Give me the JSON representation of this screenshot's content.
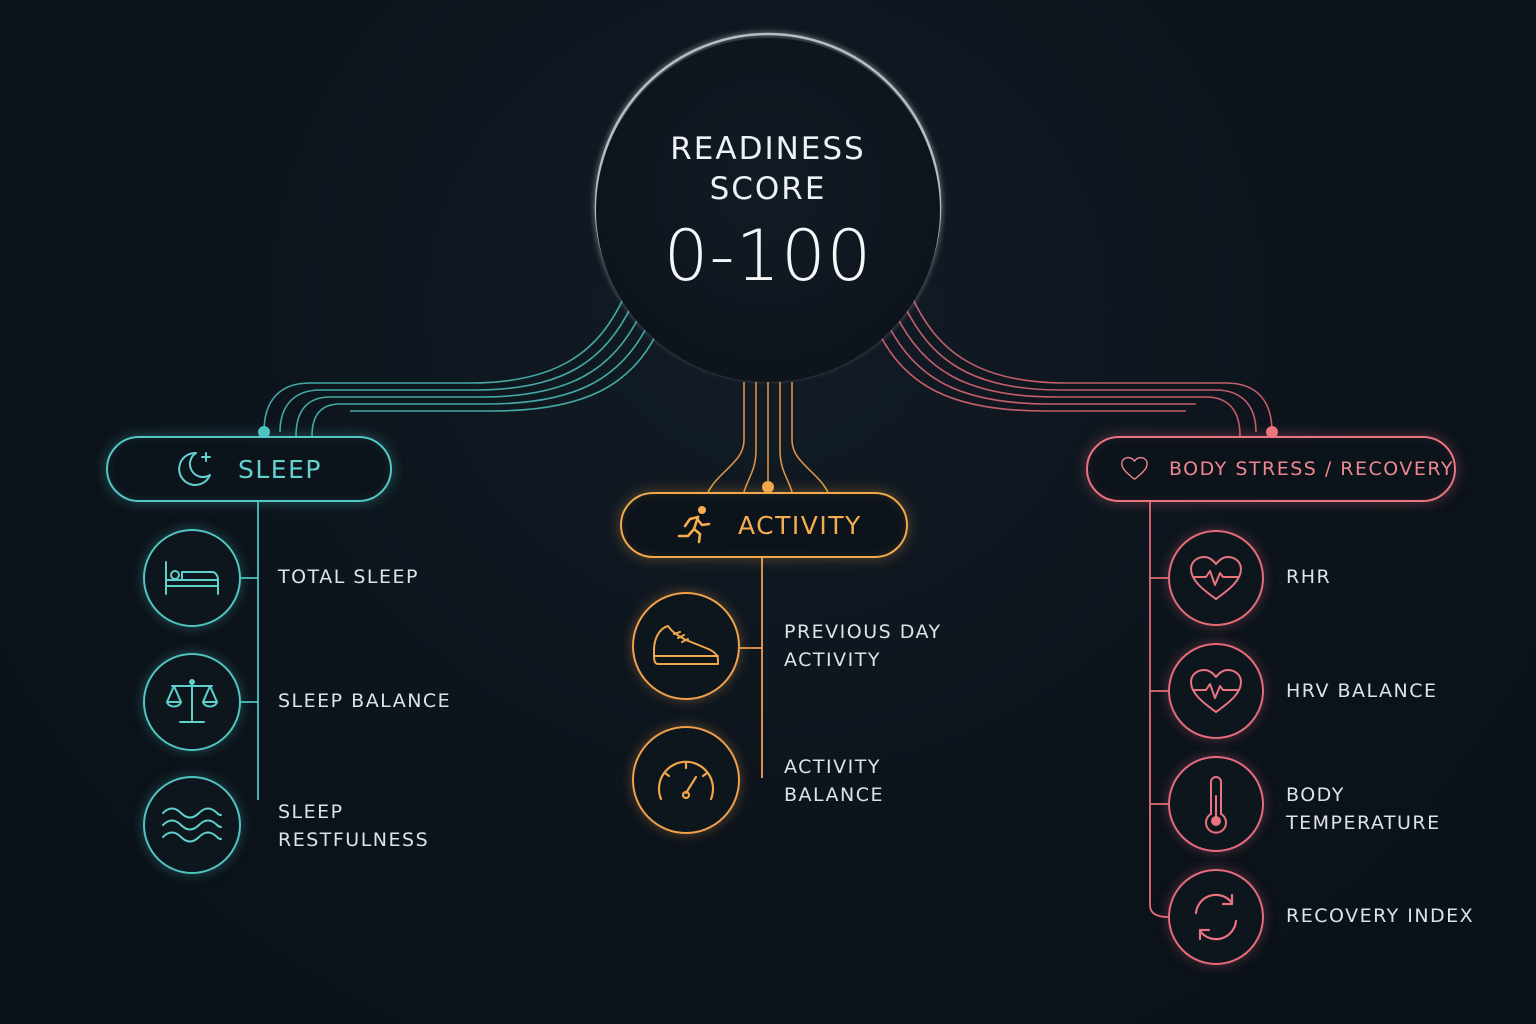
{
  "hub": {
    "title": "READINESS SCORE",
    "range": "0-100"
  },
  "colors": {
    "sleep": "#52c7c4",
    "activity": "#f0a94a",
    "stress": "#e9737e",
    "background": "#0c131b",
    "text": "#dde3e8"
  },
  "categories": {
    "sleep": {
      "label": "SLEEP",
      "icon": "moon-star-icon",
      "metrics": [
        {
          "label": "TOTAL SLEEP",
          "icon": "bed-icon"
        },
        {
          "label": "SLEEP BALANCE",
          "icon": "scale-icon"
        },
        {
          "label": "SLEEP\nRESTFULNESS",
          "icon": "waves-icon"
        }
      ]
    },
    "activity": {
      "label": "ACTIVITY",
      "icon": "runner-icon",
      "metrics": [
        {
          "label": "PREVIOUS DAY\nACTIVITY",
          "icon": "shoe-icon"
        },
        {
          "label": "ACTIVITY\nBALANCE",
          "icon": "gauge-icon"
        }
      ]
    },
    "stress": {
      "label": "BODY STRESS / RECOVERY",
      "icon": "heart-icon",
      "metrics": [
        {
          "label": "RHR",
          "icon": "heart-pulse-icon"
        },
        {
          "label": "HRV BALANCE",
          "icon": "heart-pulse-icon"
        },
        {
          "label": "BODY\nTEMPERATURE",
          "icon": "thermometer-icon"
        },
        {
          "label": "RECOVERY INDEX",
          "icon": "refresh-icon"
        }
      ]
    }
  }
}
